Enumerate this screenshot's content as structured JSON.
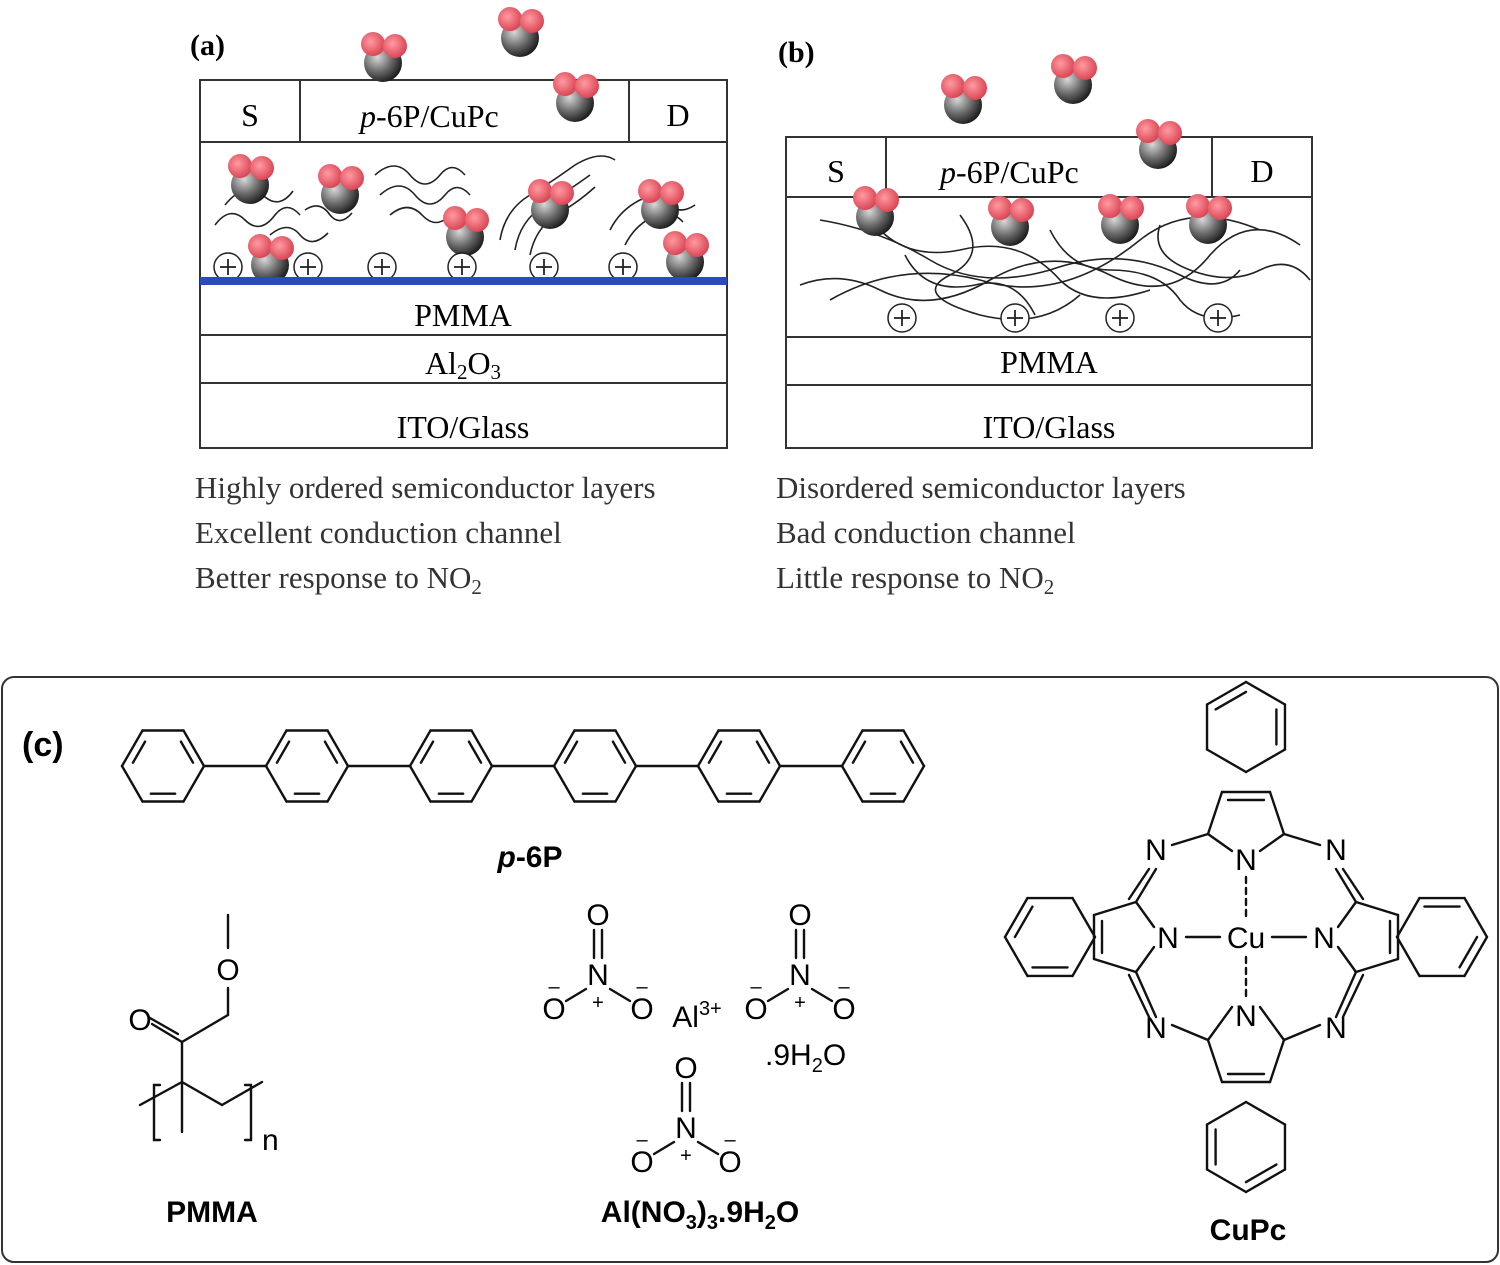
{
  "panel_a": {
    "label": "(a)",
    "source": "S",
    "drain": "D",
    "semiconductor_prefix": "p",
    "semiconductor_rest": "-6P/CuPc",
    "layer_pmma": "PMMA",
    "layer_al2o3_main": "Al",
    "layer_al2o3_sub1": "2",
    "layer_al2o3_mid": "O",
    "layer_al2o3_sub2": "3",
    "layer_ito": "ITO/Glass",
    "desc1": "Highly ordered semiconductor layers",
    "desc2": "Excellent conduction channel",
    "desc3_main": "Better response to NO",
    "desc3_sub": "2"
  },
  "panel_b": {
    "label": "(b)",
    "source": "S",
    "drain": "D",
    "semiconductor_prefix": "p",
    "semiconductor_rest": "-6P/CuPc",
    "layer_pmma": "PMMA",
    "layer_ito": "ITO/Glass",
    "desc1": "Disordered semiconductor layers",
    "desc2": "Bad conduction channel",
    "desc3_main": "Little response to NO",
    "desc3_sub": "2"
  },
  "panel_c": {
    "label": "(c)",
    "p6p_italic": "p",
    "p6p_rest": "-6P",
    "pmma_label": "PMMA",
    "pmma_n": "n",
    "pmma_o_ether": "O",
    "pmma_o_carbonyl": "O",
    "aln_label_main": "Al(NO",
    "aln_label_sub1": "3",
    "aln_label_mid": ")",
    "aln_label_sub2": "3",
    "aln_label_tail": ".9H",
    "aln_label_sub3": "2",
    "aln_label_end": "O",
    "al_ion": "Al",
    "al_charge": "3+",
    "hydrate_main": ".9H",
    "hydrate_sub": "2",
    "hydrate_end": "O",
    "nitrate_o": "O",
    "nitrate_n": "N",
    "nitrate_plus": "+",
    "nitrate_minus": "–",
    "cupc_label": "CuPc",
    "cu": "Cu",
    "n_atom": "N"
  },
  "colors": {
    "channel_blue": "#2b4bb8",
    "molecule_red": "#e05060",
    "molecule_gray": "#555555"
  }
}
